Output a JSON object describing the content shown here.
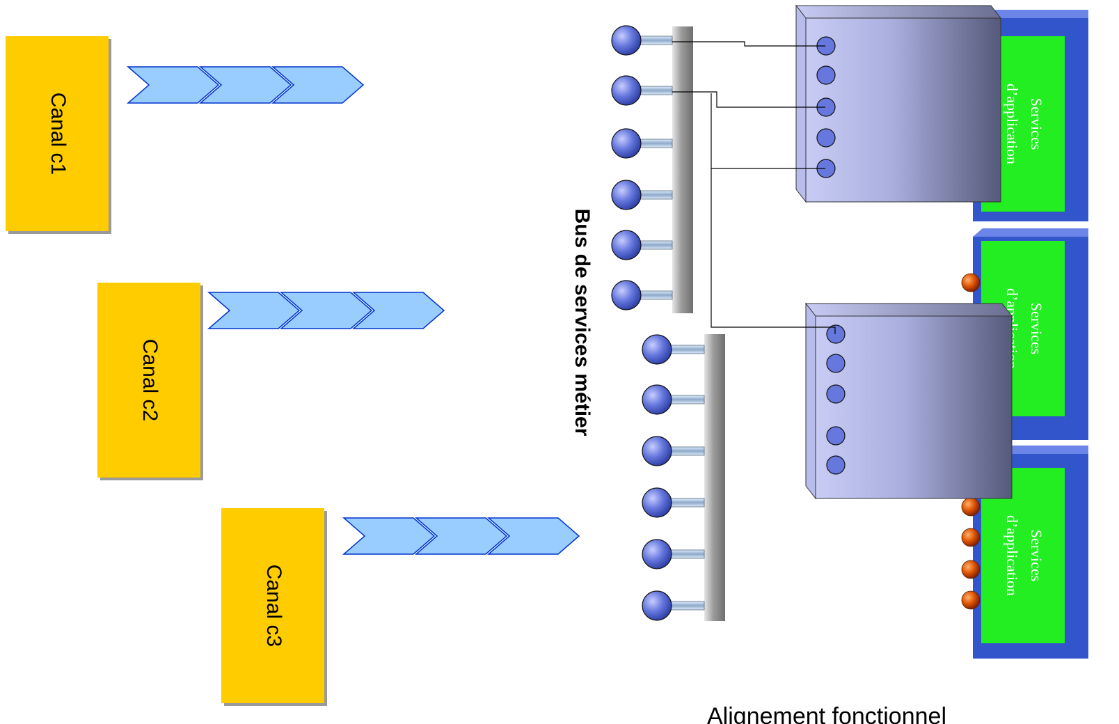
{
  "channels": [
    {
      "label": "Canal c1"
    },
    {
      "label": "Canal c2"
    },
    {
      "label": "Canal c3"
    }
  ],
  "bus": {
    "label": "Bus de services métier"
  },
  "app_services": [
    {
      "line1": "Services",
      "line2": "d’application"
    },
    {
      "line1": "Services",
      "line2": "d’application"
    },
    {
      "line1": "Services",
      "line2": "d’application"
    }
  ],
  "caption": "Alignement fonctionnel",
  "colors": {
    "channel": "#FFCC00",
    "arrow": "#99CCFF",
    "arrow_stroke": "#0033CC",
    "node": "#6677DD",
    "app_green": "#22EE22",
    "app_blue": "#3355CC",
    "adapter_light": "#C8CCF5",
    "adapter_dark": "#55597A",
    "orange_node": "#CC4400"
  }
}
